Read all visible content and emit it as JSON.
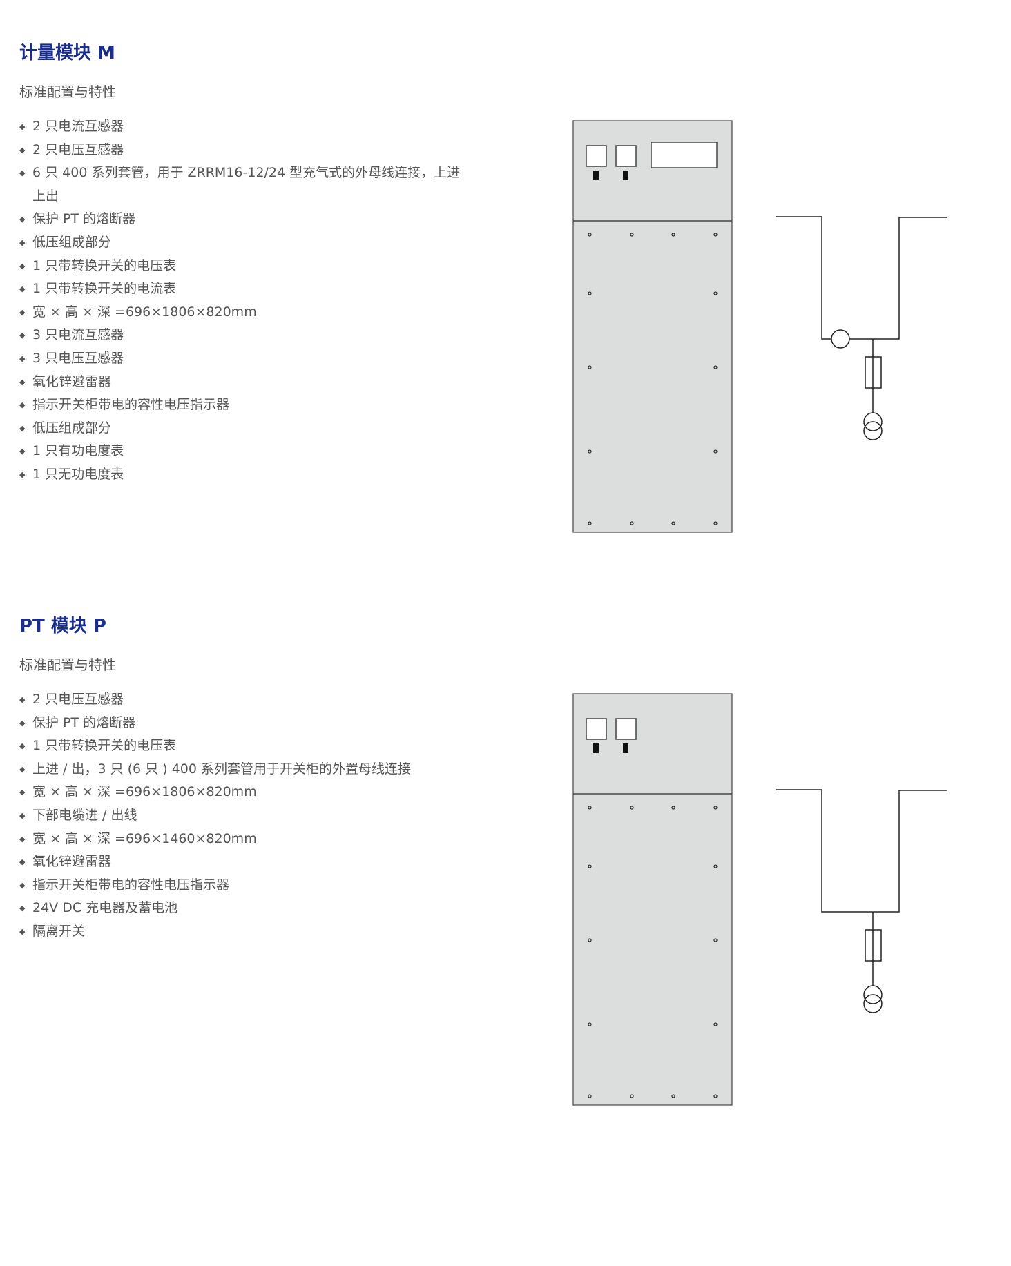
{
  "sections": [
    {
      "title": "计量模块 M",
      "subtitle": "标准配置与特性",
      "items": [
        "2 只电流互感器",
        "2 只电压互感器",
        "6 只 400 系列套管，用于 ZRRM16-12/24 型充气式的外母线连接，上进上出",
        "保护 PT 的熔断器",
        "低压组成部分",
        "1 只带转换开关的电压表",
        "1 只带转换开关的电流表",
        "宽 × 高 × 深 =696×1806×820mm",
        "3 只电流互感器",
        "3 只电压互感器",
        "氧化锌避雷器",
        "指示开关柜带电的容性电压指示器",
        "低压组成部分",
        "1 只有功电度表",
        "1 只无功电度表"
      ]
    },
    {
      "title": "PT 模块 P",
      "subtitle": "标准配置与特性",
      "items": [
        "2 只电压互感器",
        "保护 PT 的熔断器",
        "1 只带转换开关的电压表",
        "上进 / 出，3 只 (6 只 ) 400 系列套管用于开关柜的外置母线连接",
        "宽 × 高 × 深 =696×1806×820mm",
        "下部电缆进 / 出线",
        "宽 × 高 × 深 =696×1460×820mm",
        "氧化锌避雷器",
        "指示开关柜带电的容性电压指示器",
        "24V DC 充电器及蓄电池",
        "隔离开关"
      ]
    }
  ],
  "colors": {
    "title": "#1b2e8c",
    "text": "#555555",
    "cabinet": "#dcdddd"
  },
  "icons": {
    "bullet": "◆"
  }
}
